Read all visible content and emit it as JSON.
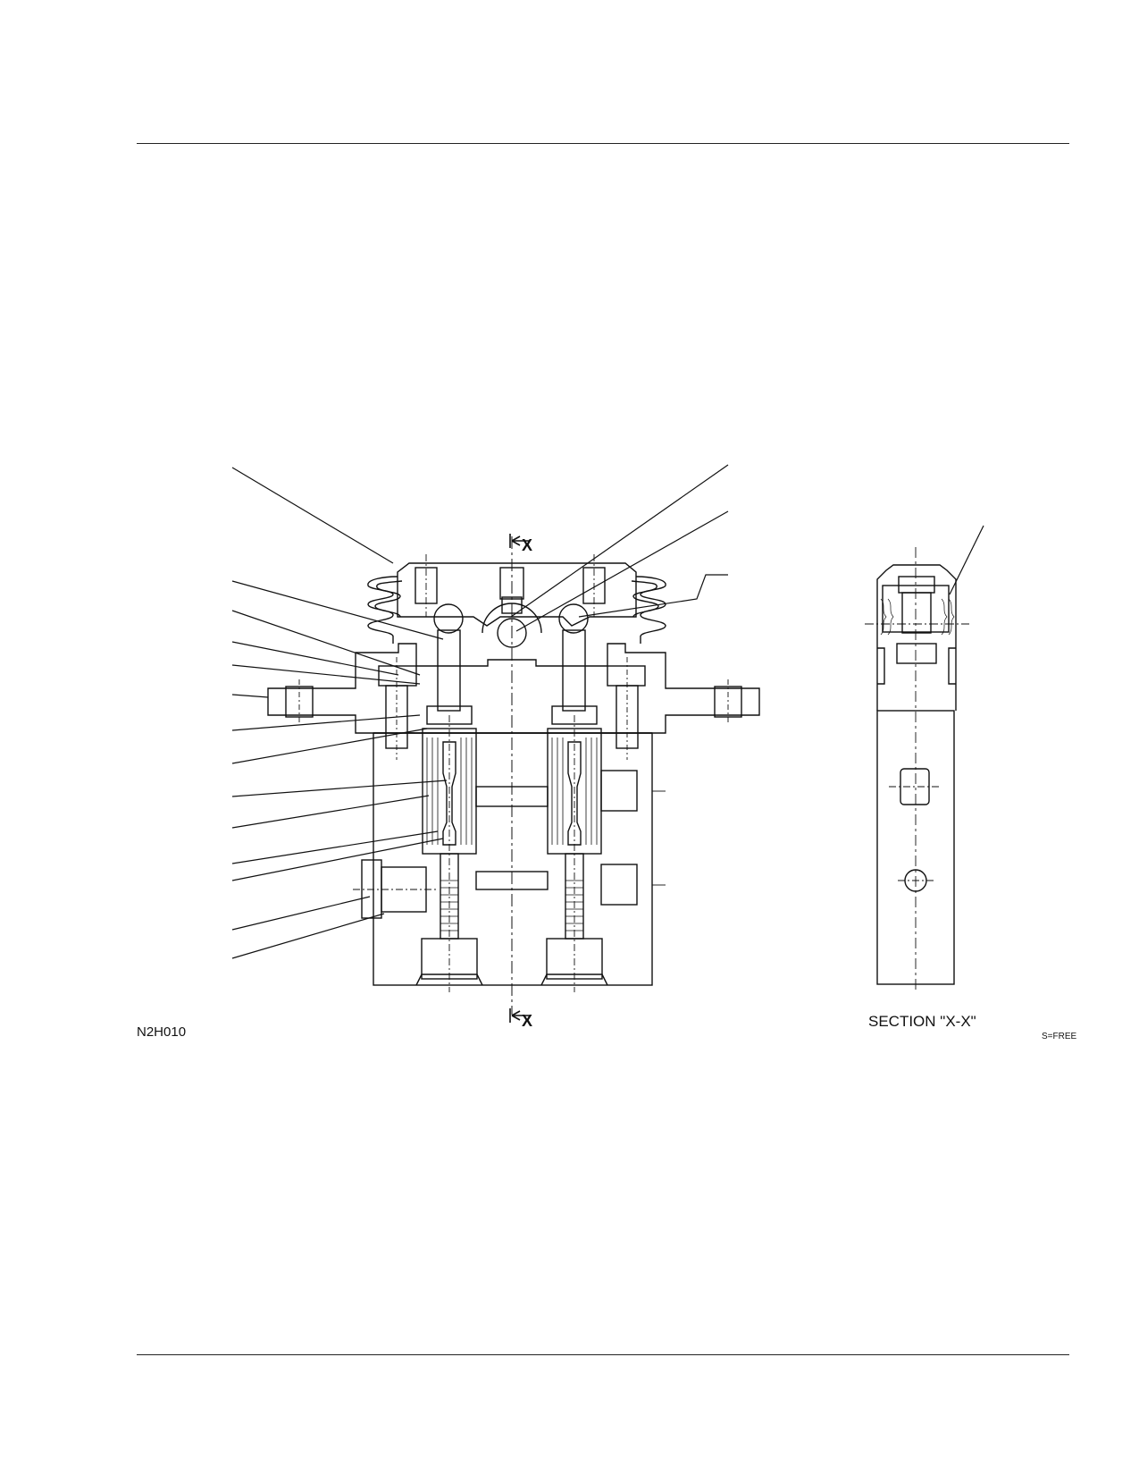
{
  "figure": {
    "id_label": "N2H010",
    "section_label": "SECTION \"X-X\"",
    "scale_note": "S=FREE",
    "section_marker_top": "X",
    "section_marker_bottom": "X"
  },
  "icons": {
    "section_arrow": "section-cut-arrow-icon"
  },
  "colors": {
    "line": "#111111"
  }
}
